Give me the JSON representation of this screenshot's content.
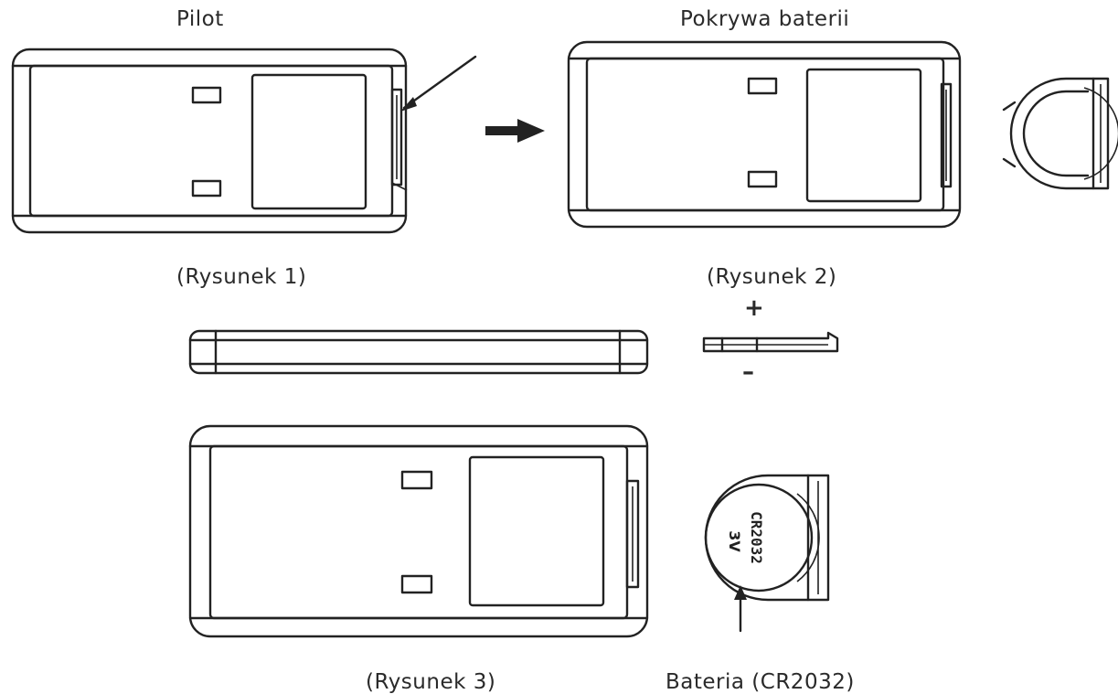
{
  "labels": {
    "remote": "Pilot",
    "battery_cover": "Pokrywa baterii",
    "figure1": "(Rysunek 1)",
    "figure2": "(Rysunek 2)",
    "figure3": "(Rysunek 3)",
    "battery": "Bateria (CR2032)",
    "plus": "+",
    "minus": "–"
  },
  "battery_marking": {
    "model": "CR2032",
    "voltage": "3V"
  }
}
